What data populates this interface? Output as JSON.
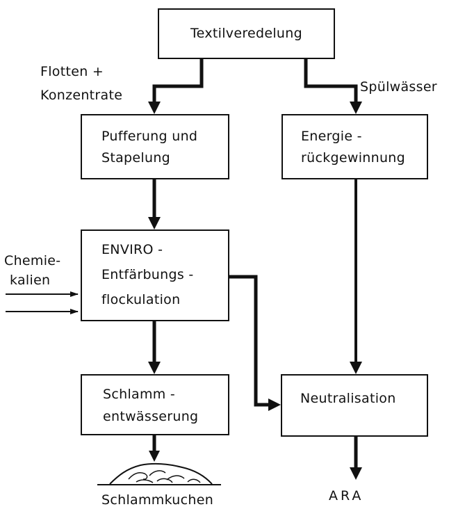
{
  "nodes": {
    "textilveredelung": "Textilveredelung",
    "pufferung": [
      "Pufferung und",
      "Stapelung"
    ],
    "energie": [
      "Energie -",
      "rückgewinnung"
    ],
    "enviro": [
      "ENVIRO -",
      "Entfärbungs -",
      "flockulation"
    ],
    "schlamm": [
      "Schlamm -",
      "entwässerung"
    ],
    "neutralisation": "Neutralisation"
  },
  "labels": {
    "flotten": [
      "Flotten +",
      "Konzentrate"
    ],
    "spuelwaesser": "Spülwässer",
    "chemikalien": [
      "Chemie-",
      "kalien"
    ],
    "schlammkuchen": "Schlammkuchen",
    "ara": "ARA"
  },
  "colors": {
    "line": "#111111",
    "background": "#ffffff"
  }
}
